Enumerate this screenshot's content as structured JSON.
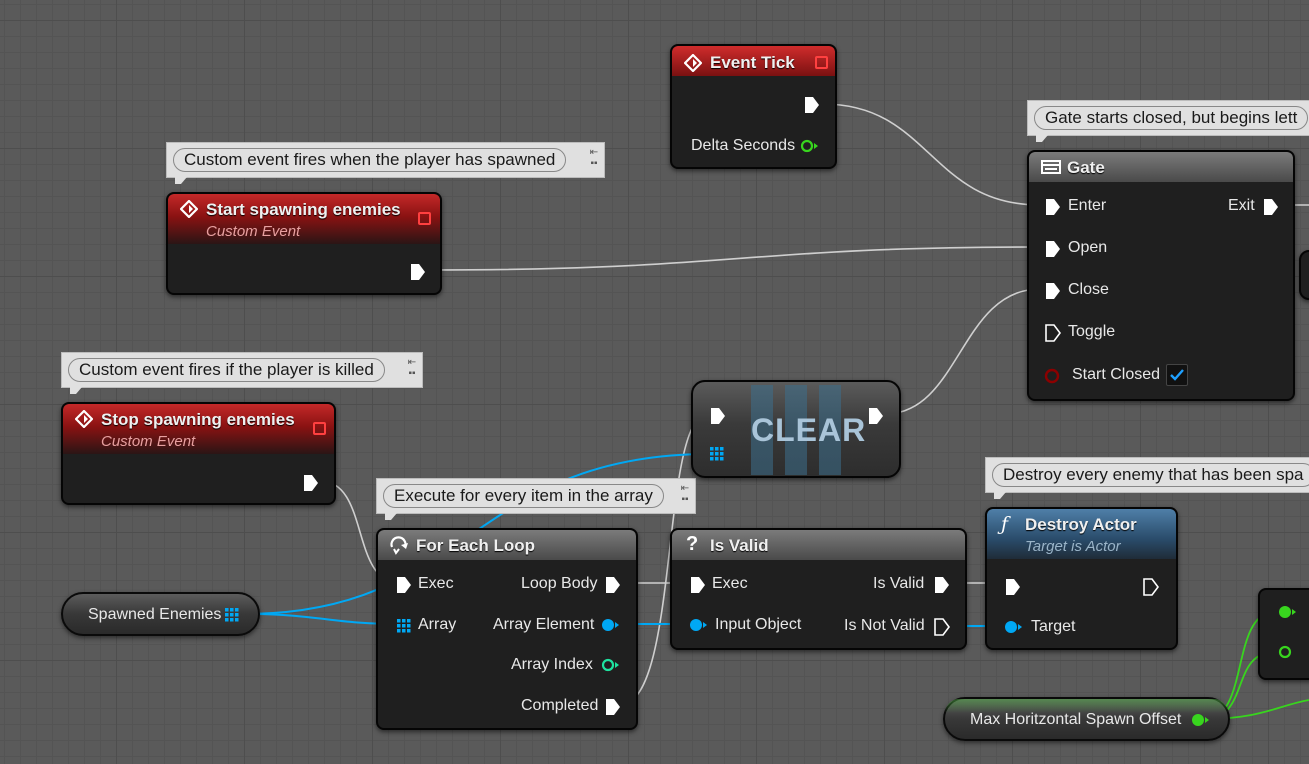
{
  "comments": {
    "start_spawning": "Custom event fires when the player has spawned",
    "stop_spawning": "Custom event fires if the player is killed",
    "for_each": "Execute for every item in the array",
    "gate": "Gate starts closed, but begins lett",
    "destroy": "Destroy every enemy that has been spa"
  },
  "nodes": {
    "event_tick": {
      "title": "Event Tick",
      "out_delta": "Delta Seconds"
    },
    "start_spawning": {
      "title": "Start spawning enemies",
      "subtitle": "Custom Event"
    },
    "stop_spawning": {
      "title": "Stop spawning enemies",
      "subtitle": "Custom Event"
    },
    "gate": {
      "title": "Gate",
      "in_enter": "Enter",
      "out_exit": "Exit",
      "in_open": "Open",
      "in_close": "Close",
      "in_toggle": "Toggle",
      "in_start_closed": "Start Closed",
      "start_closed_checked": true
    },
    "clear": {
      "title": "CLEAR"
    },
    "for_each": {
      "title": "For Each Loop",
      "in_exec": "Exec",
      "in_array": "Array",
      "out_loop_body": "Loop Body",
      "out_array_element": "Array Element",
      "out_array_index": "Array Index",
      "out_completed": "Completed"
    },
    "is_valid": {
      "title": "Is Valid",
      "in_exec": "Exec",
      "in_object": "Input Object",
      "out_valid": "Is Valid",
      "out_not_valid": "Is Not Valid"
    },
    "destroy_actor": {
      "title": "Destroy Actor",
      "subtitle": "Target is Actor",
      "in_target": "Target"
    }
  },
  "variables": {
    "spawned_enemies": "Spawned Enemies",
    "max_horizontal_offset": "Max Horitzontal Spawn Offset"
  },
  "colors": {
    "exec_wire": "#cfcfcf",
    "object_pin": "#00a8f4",
    "int_pin": "#1ee3a0",
    "float_pin": "#38d51e",
    "bool_pin": "#8c0000",
    "event_header": "#b01c1c",
    "function_header": "#3a6b95"
  },
  "icons": {
    "event": "event-diamond-icon",
    "gate": "gate-icon",
    "loop": "loop-icon",
    "is_valid": "question-icon",
    "function": "function-icon",
    "array": "array-grid-icon",
    "checkbox": "checkmark-icon"
  }
}
